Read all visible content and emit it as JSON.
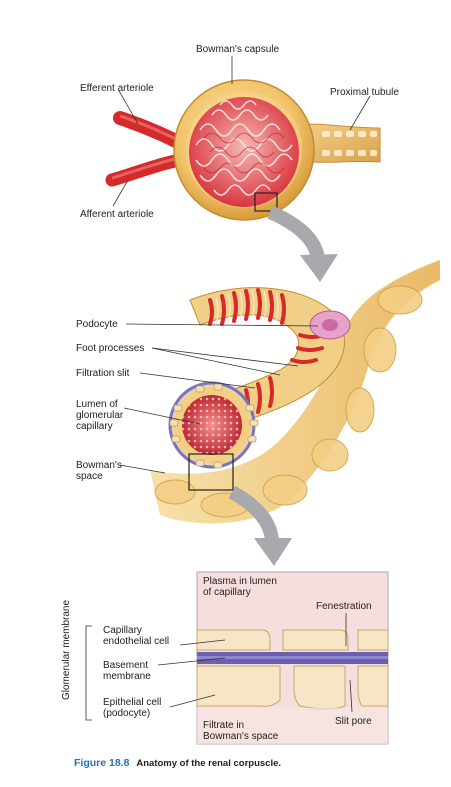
{
  "labels": {
    "bowmans_capsule": "Bowman's capsule",
    "efferent_arteriole": "Efferent arteriole",
    "afferent_arteriole": "Afferent arteriole",
    "proximal_tubule": "Proximal tubule",
    "podocyte": "Podocyte",
    "foot_processes": "Foot processes",
    "filtration_slit": "Filtration slit",
    "lumen_line1": "Lumen of",
    "lumen_line2": "glomerular",
    "lumen_line3": "capillary",
    "bowmans_space_line1": "Bowman's",
    "bowmans_space_line2": "space",
    "plasma_line1": "Plasma in lumen",
    "plasma_line2": "of capillary",
    "fenestration": "Fenestration",
    "capillary_line1": "Capillary",
    "capillary_line2": "endothelial cell",
    "basement_line1": "Basement",
    "basement_line2": "membrane",
    "epithelial_line1": "Epithelial cell",
    "epithelial_line2": "(podocyte)",
    "filtrate_line1": "Filtrate in",
    "filtrate_line2": "Bowman's space",
    "slit_pore": "Slit pore",
    "glomerular_membrane": "Glomerular membrane"
  },
  "caption": {
    "figure": "Figure 18.8",
    "text": "Anatomy of the renal corpuscle."
  },
  "colors": {
    "capsule": "#f2c46a",
    "glomerulus": "#d9363e",
    "artery": "#d42a2a",
    "arrow": "#a7a9ac",
    "membrane": "#6a5fb0",
    "plasma": "#f7dede",
    "accent": "#2a6fb4"
  }
}
